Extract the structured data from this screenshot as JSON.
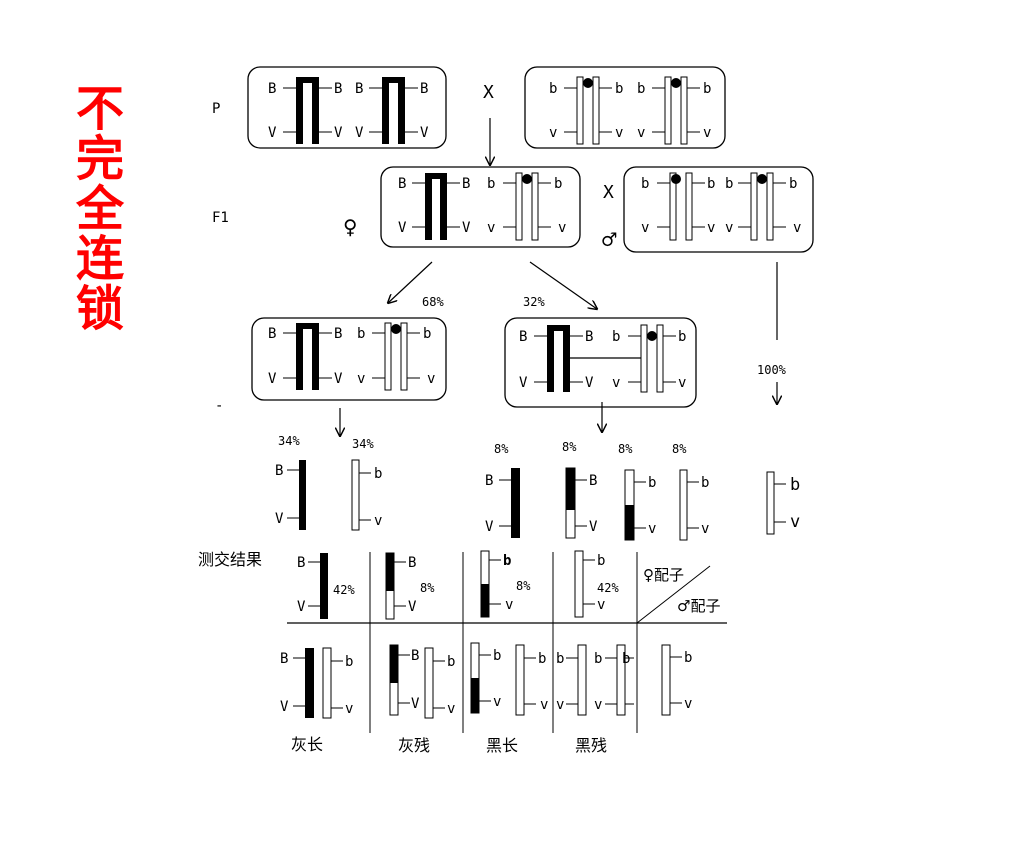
{
  "title_chars": [
    "不",
    "完",
    "全",
    "连",
    "锁"
  ],
  "generations": {
    "p": "P",
    "f1": "F1",
    "f2": "-"
  },
  "symbols": {
    "cross": "X",
    "female": "♀",
    "male": "♂"
  },
  "alleles": {
    "B": "B",
    "b": "b",
    "V": "V",
    "v": "v"
  },
  "percents": {
    "p68": "68%",
    "p32": "32%",
    "p100": "100%",
    "g34a": "34%",
    "g34b": "34%",
    "g8a": "8%",
    "g8b": "8%",
    "g8c": "8%",
    "g8d": "8%",
    "r42a": "42%",
    "r8a": "8%",
    "r8b": "8%",
    "r42b": "42%"
  },
  "testcross_label": "测交结果",
  "gamete_header": {
    "female": "♀配子",
    "male": "♂配子"
  },
  "phenotypes": [
    "灰长",
    "灰残",
    "黑长",
    "黑残"
  ]
}
